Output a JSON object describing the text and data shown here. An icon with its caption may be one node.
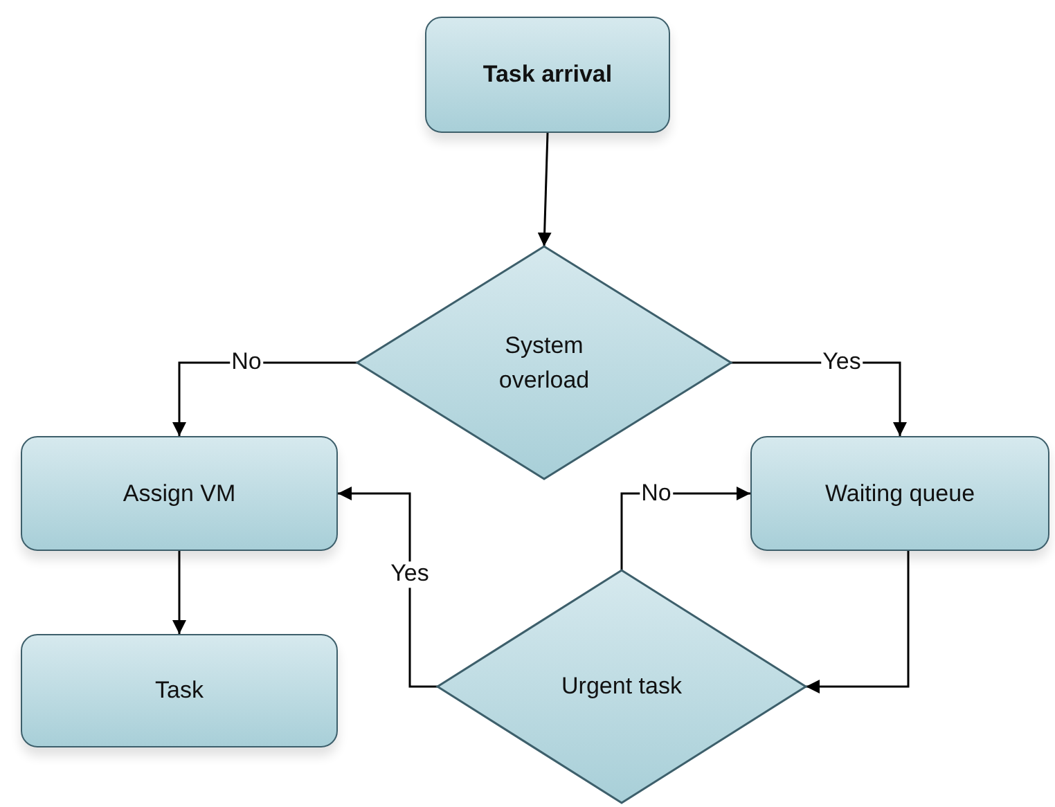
{
  "diagram": {
    "nodes": [
      {
        "text": [
          "Task arrival"
        ]
      },
      {
        "text": [
          "System overload"
        ]
      },
      {
        "text": [
          "Assign VM"
        ]
      },
      {
        "text": [
          "Waiting queue"
        ]
      },
      {
        "text": [
          "Task"
        ]
      },
      {
        "text": [
          "Urgent task"
        ]
      }
    ],
    "edges": [
      {
        "from": 0,
        "to": 1,
        "arrow": "to"
      },
      {
        "from": 1,
        "to": 2,
        "arrow": "to",
        "label": "No"
      },
      {
        "from": 1,
        "to": 3,
        "arrow": "to",
        "label": "Yes"
      },
      {
        "from": 2,
        "to": 4,
        "arrow": "to"
      },
      {
        "from": 3,
        "to": 5,
        "arrow": "to"
      },
      {
        "from": 5,
        "to": 3,
        "arrow": "to",
        "label": "No"
      },
      {
        "from": 5,
        "to": 2,
        "arrow": "to",
        "label": "Yes"
      }
    ]
  }
}
